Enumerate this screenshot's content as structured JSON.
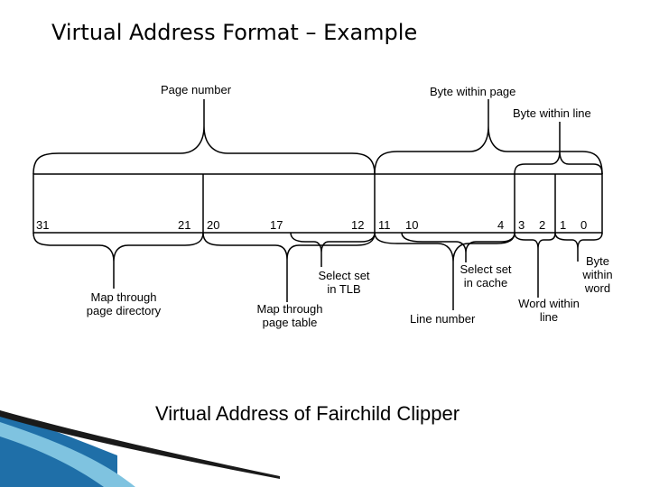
{
  "title": "Virtual Address Format – Example",
  "caption": "Virtual Address of Fairchild Clipper",
  "top_labels": {
    "page_number": "Page number",
    "byte_within_page": "Byte within page",
    "byte_within_line": "Byte within line"
  },
  "bit_numbers": {
    "b31": "31",
    "b21": "21",
    "b20": "20",
    "b17": "17",
    "b12": "12",
    "b11": "11",
    "b10": "10",
    "b4": "4",
    "b3": "3",
    "b2": "2",
    "b1": "1",
    "b0": "0"
  },
  "bottom_labels": {
    "map_page_directory": "Map through\npage directory",
    "map_page_table": "Map through\npage table",
    "select_set_tlb": "Select set\nin TLB",
    "select_set_cache": "Select set\nin cache",
    "line_number": "Line number",
    "word_within_line": "Word within\nline",
    "byte_within_word": "Byte within\nword"
  },
  "colors": {
    "accent_blue": "#1f6fa8",
    "light_blue": "#7fc3e0"
  }
}
